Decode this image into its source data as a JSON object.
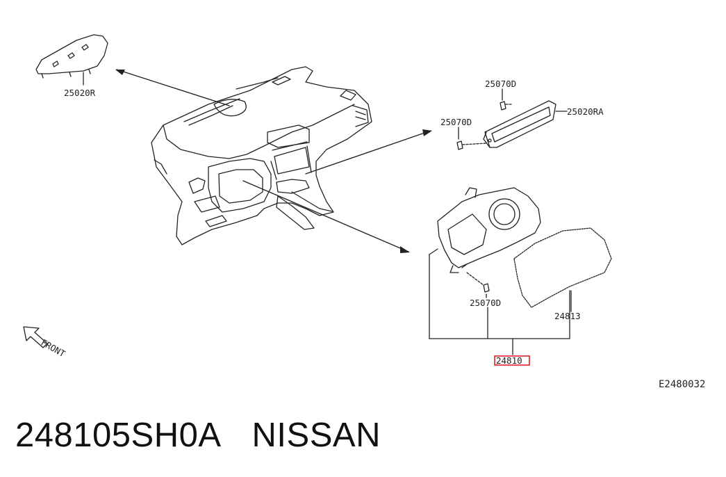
{
  "diagram": {
    "ref_code": "E2480032",
    "front_label": "FRONT",
    "highlight_color": "#e0202a",
    "parts": {
      "side_cover_left": "25020R",
      "screw_top": "25070D",
      "side_cover_right": "25020RA",
      "screw_mid": "25070D",
      "screw_meter": "25070D",
      "meter_glass": "24813",
      "combination_meter": "24810"
    }
  },
  "caption": {
    "part_number": "248105SH0A",
    "brand": "NISSAN"
  }
}
